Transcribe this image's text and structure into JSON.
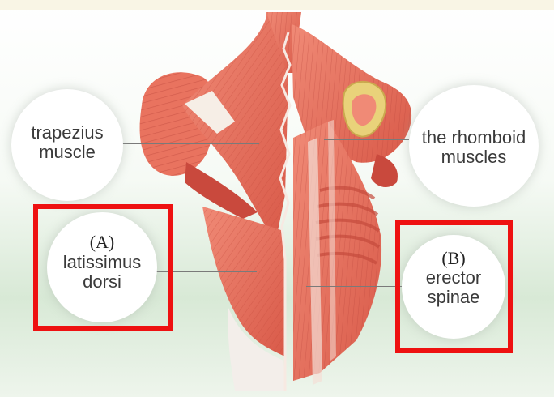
{
  "labels": {
    "trapezius": {
      "line1": "trapezius",
      "line2": "muscle"
    },
    "rhomboid": {
      "line1": "the rhomboid",
      "line2": "muscles"
    },
    "latissimus": {
      "tag": "(A)",
      "line1": "latissimus",
      "line2": "dorsi"
    },
    "erector": {
      "tag": "(B)",
      "line1": "erector",
      "line2": "spinae"
    }
  },
  "colors": {
    "highlight": "#ee1111",
    "muscle": "#e8705e",
    "muscle_dark": "#c8483c",
    "muscle_light": "#f4a593",
    "tendon": "#f3e7d2",
    "bone": "#e9d27a",
    "background_green": "#cfe3cf"
  }
}
